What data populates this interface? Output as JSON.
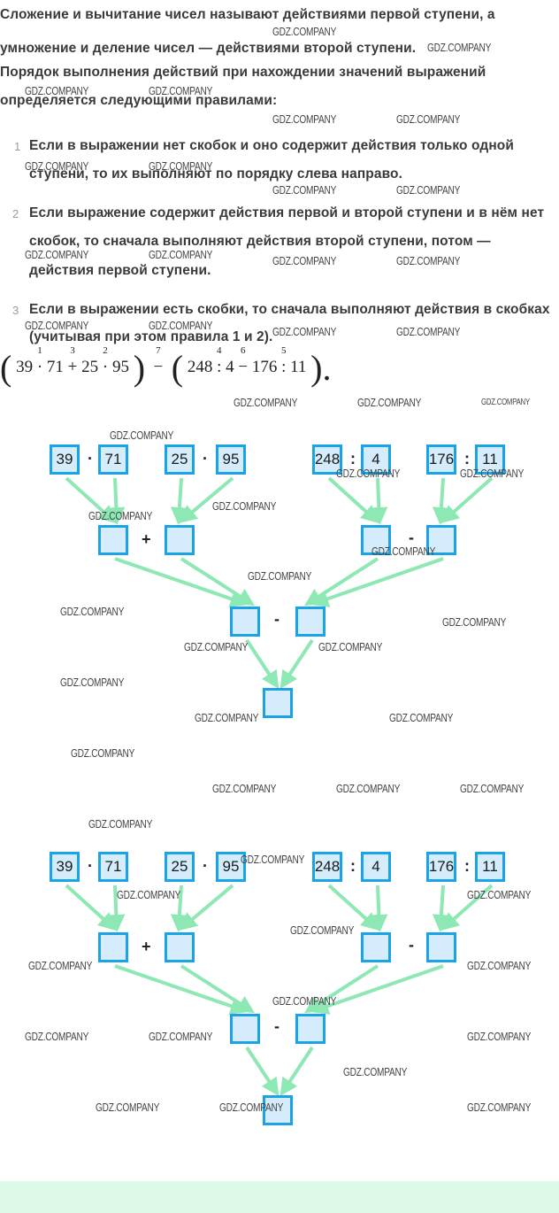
{
  "intro": {
    "line1": "Сложение и вычитание чисел называют действиями первой ступени, а",
    "line2": "умножение и деление чисел — действиями второй ступени.",
    "line3": "Порядок выполнения действий при нахождении значений выражений",
    "line4": "определяется следующими правилами:"
  },
  "rules": [
    {
      "number": "1",
      "lines": [
        "Если в выражении нет скобок и оно содержит действия только одной",
        "ступени, то их выполняют по порядку слева направо."
      ]
    },
    {
      "number": "2",
      "lines": [
        "Если выражение содержит действия первой и второй ступени и в нём нет",
        "скобок, то сначала выполняют действия второй ступени, потом —",
        "действия первой ступени."
      ]
    },
    {
      "number": "3",
      "lines": [
        "Если в выражении есть скобки, то сначала выполняют действия в скобках",
        "(учитывая при этом правила 1 и 2)."
      ]
    }
  ],
  "expression": {
    "open1": "(",
    "a": "39",
    "op1": "·",
    "ord1": "1",
    "b": "71",
    "op2": "+",
    "ord2": "3",
    "c": "25",
    "op3": "·",
    "ord3": "2",
    "d": "95",
    "close1": ")",
    "op4": "−",
    "ord4": "7",
    "open2": "(",
    "e": "248",
    "op5": ":",
    "ord5": "4",
    "f": "4",
    "op6": "−",
    "ord6": "6",
    "g": "176",
    "op7": ":",
    "ord7": "5",
    "h": "11",
    "close2": ").",
    "end": ""
  },
  "diagrams": [
    {
      "top": [
        "39",
        "71",
        "25",
        "95",
        "248",
        "4",
        "176",
        "11"
      ],
      "top_ops": [
        "·",
        "·",
        ":",
        ":"
      ],
      "mid_ops": [
        "+",
        "-"
      ],
      "low_op": "-"
    },
    {
      "top": [
        "39",
        "71",
        "25",
        "95",
        "248",
        "4",
        "176",
        "11"
      ],
      "top_ops": [
        "·",
        "·",
        ":",
        ":"
      ],
      "mid_ops": [
        "+",
        "-"
      ],
      "low_op": "-"
    }
  ],
  "watermark": "GDZ.COMPANY",
  "colors": {
    "box_fill": "#d4ecfb",
    "box_border": "#1aa3e6",
    "arrow": "#8de8b4",
    "footer": "#defbea"
  }
}
